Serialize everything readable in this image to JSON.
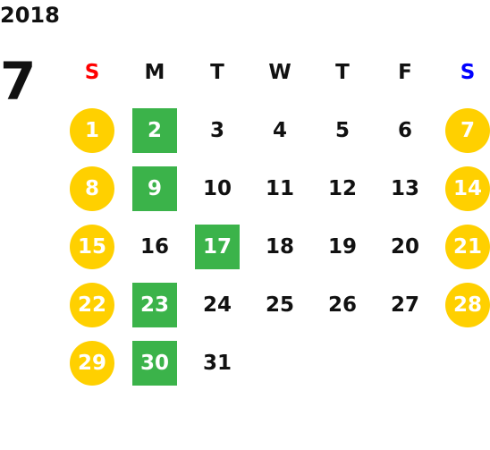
{
  "calendar": {
    "year": "2018",
    "month": "7",
    "weekdays": [
      {
        "label": "S",
        "color": "#ff0000"
      },
      {
        "label": "M",
        "color": "#111111"
      },
      {
        "label": "T",
        "color": "#111111"
      },
      {
        "label": "W",
        "color": "#111111"
      },
      {
        "label": "T",
        "color": "#111111"
      },
      {
        "label": "F",
        "color": "#111111"
      },
      {
        "label": "S",
        "color": "#0000ff"
      }
    ],
    "start_weekday": 0,
    "days_in_month": 31,
    "highlight_colors": {
      "weekend_circle": "#ffd000",
      "green_square": "#3bb34a"
    },
    "green_days": [
      2,
      9,
      17,
      23,
      30
    ],
    "weekend_days": [
      1,
      7,
      8,
      14,
      15,
      21,
      22,
      28,
      29
    ]
  }
}
